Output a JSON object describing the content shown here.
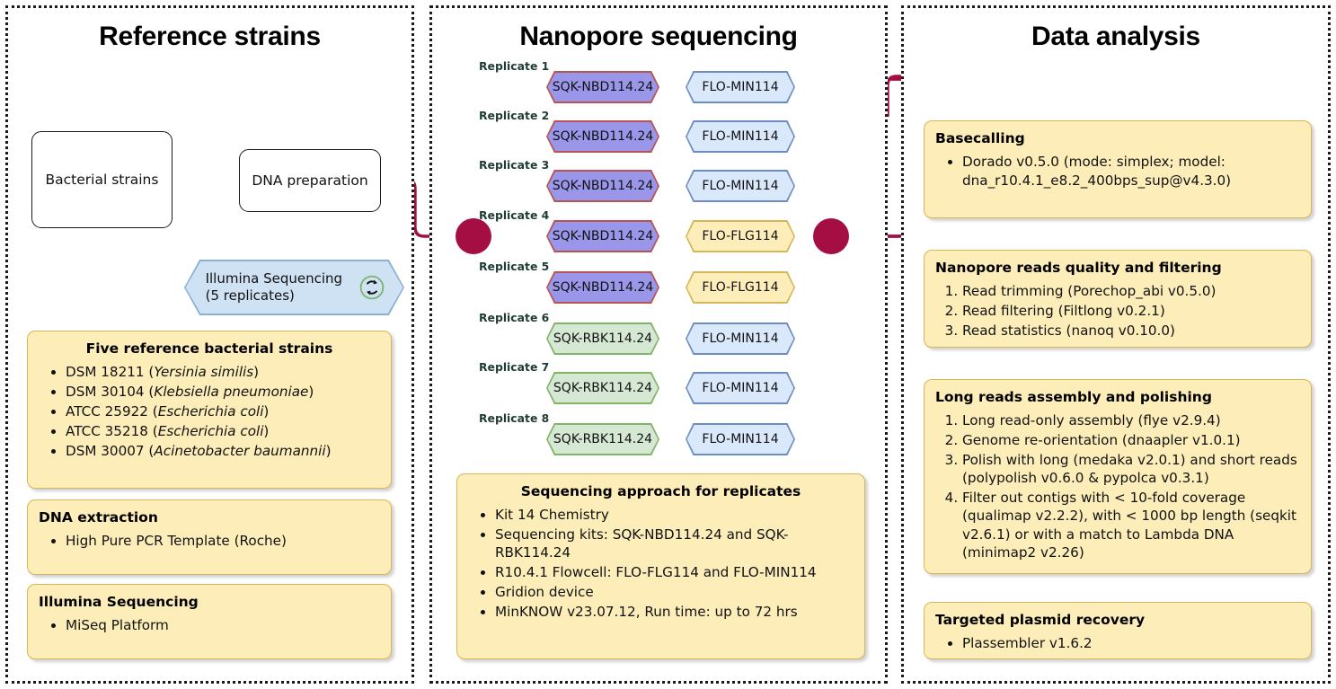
{
  "panels": {
    "reference": {
      "title": "Reference strains",
      "boxes": [
        {
          "name": "bacterial-strains",
          "label": "Bacterial strains"
        },
        {
          "name": "dna-preparation",
          "label": "DNA preparation"
        }
      ],
      "illumina_chip": {
        "line1": "Illumina Sequencing",
        "line2": "(5 replicates)",
        "icon": "loop-icon"
      },
      "notes": [
        {
          "name": "five-reference-bacterial-strains",
          "heading": "Five reference bacterial strains",
          "list_type": "bullet",
          "items": [
            {
              "code": "DSM 18211",
              "species": "Yersinia similis"
            },
            {
              "code": "DSM 30104",
              "species": "Klebsiella pneumoniae"
            },
            {
              "code": "ATCC 25922",
              "species": "Escherichia coli"
            },
            {
              "code": "ATCC 35218",
              "species": "Escherichia coli"
            },
            {
              "code": "DSM 30007",
              "species": "Acinetobacter baumannii"
            }
          ]
        },
        {
          "name": "dna-extraction",
          "heading": "DNA extraction",
          "list_type": "bullet",
          "items": [
            "High Pure PCR Template (Roche)"
          ]
        },
        {
          "name": "illumina-sequencing",
          "heading": "Illumina Sequencing",
          "list_type": "bullet",
          "items": [
            "MiSeq Platform"
          ]
        }
      ]
    },
    "nanopore": {
      "title": "Nanopore sequencing",
      "replicates": [
        {
          "label": "Replicate 1",
          "kit": "SQK-NBD114.24",
          "kit_type": "nbd",
          "flowcell": "FLO-MIN114",
          "flowcell_type": "min"
        },
        {
          "label": "Replicate 2",
          "kit": "SQK-NBD114.24",
          "kit_type": "nbd",
          "flowcell": "FLO-MIN114",
          "flowcell_type": "min"
        },
        {
          "label": "Replicate 3",
          "kit": "SQK-NBD114.24",
          "kit_type": "nbd",
          "flowcell": "FLO-MIN114",
          "flowcell_type": "min"
        },
        {
          "label": "Replicate 4",
          "kit": "SQK-NBD114.24",
          "kit_type": "nbd",
          "flowcell": "FLO-FLG114",
          "flowcell_type": "flg"
        },
        {
          "label": "Replicate 5",
          "kit": "SQK-NBD114.24",
          "kit_type": "nbd",
          "flowcell": "FLO-FLG114",
          "flowcell_type": "flg"
        },
        {
          "label": "Replicate 6",
          "kit": "SQK-RBK114.24",
          "kit_type": "rbk",
          "flowcell": "FLO-MIN114",
          "flowcell_type": "min"
        },
        {
          "label": "Replicate 7",
          "kit": "SQK-RBK114.24",
          "kit_type": "rbk",
          "flowcell": "FLO-MIN114",
          "flowcell_type": "min"
        },
        {
          "label": "Replicate 8",
          "kit": "SQK-RBK114.24",
          "kit_type": "rbk",
          "flowcell": "FLO-MIN114",
          "flowcell_type": "min"
        }
      ],
      "note": {
        "name": "sequencing-approach-for-replicates",
        "heading": "Sequencing approach for replicates",
        "list_type": "bullet",
        "items": [
          "Kit 14 Chemistry",
          "Sequencing kits: SQK-NBD114.24 and SQK-RBK114.24",
          "R10.4.1 Flowcell: FLO-FLG114 and FLO-MIN114",
          "Gridion device",
          "MinKNOW v23.07.12, Run time: up to 72 hrs"
        ]
      }
    },
    "analysis": {
      "title": "Data analysis",
      "steps": [
        {
          "name": "basecalling",
          "heading": "Basecalling",
          "list_type": "bullet",
          "items": [
            "Dorado v0.5.0 (mode: simplex; model: dna_r10.4.1_e8.2_400bps_sup@v4.3.0)"
          ]
        },
        {
          "name": "nanopore-reads-quality-and-filtering",
          "heading": "Nanopore reads quality and filtering",
          "list_type": "number",
          "items": [
            "Read trimming (Porechop_abi v0.5.0)",
            "Read filtering (Filtlong v0.2.1)",
            "Read statistics (nanoq v0.10.0)"
          ]
        },
        {
          "name": "long-reads-assembly-and-polishing",
          "heading": "Long reads assembly and polishing",
          "list_type": "number",
          "items": [
            "Long read-only assembly (flye v2.9.4)",
            "Genome re-orientation (dnaapler v1.0.1)",
            "Polish with long (medaka v2.0.1) and short reads (polypolish v0.6.0 & pypolca v0.3.1)",
            "Filter out contigs with < 10-fold coverage (qualimap v2.2.2), with < 1000 bp length (seqkit v2.6.1) or with a match to Lambda DNA (minimap2 v2.26)"
          ]
        },
        {
          "name": "targeted-plasmid-recovery",
          "heading": "Targeted plasmid recovery",
          "list_type": "bullet",
          "items": [
            "Plassembler  v1.6.2"
          ]
        }
      ]
    }
  },
  "colors": {
    "flow_arrow": "#a50e42",
    "illumina_arrow": "#13751a",
    "note_fill": "#fdeeb9",
    "note_border": "#d6b656",
    "kit_nbd_fill": "#9a96ea",
    "kit_nbd_border": "#b85450",
    "kit_rbk_fill": "#d5e8d4",
    "kit_rbk_border": "#82b366",
    "flowcell_min_fill": "#dae8fc",
    "flowcell_min_border": "#6c8ebf",
    "flowcell_flg_fill": "#fdeeb9",
    "flowcell_flg_border": "#d6b656",
    "junction_node": "#a50e42",
    "panel_border": "#1a1a1a"
  }
}
